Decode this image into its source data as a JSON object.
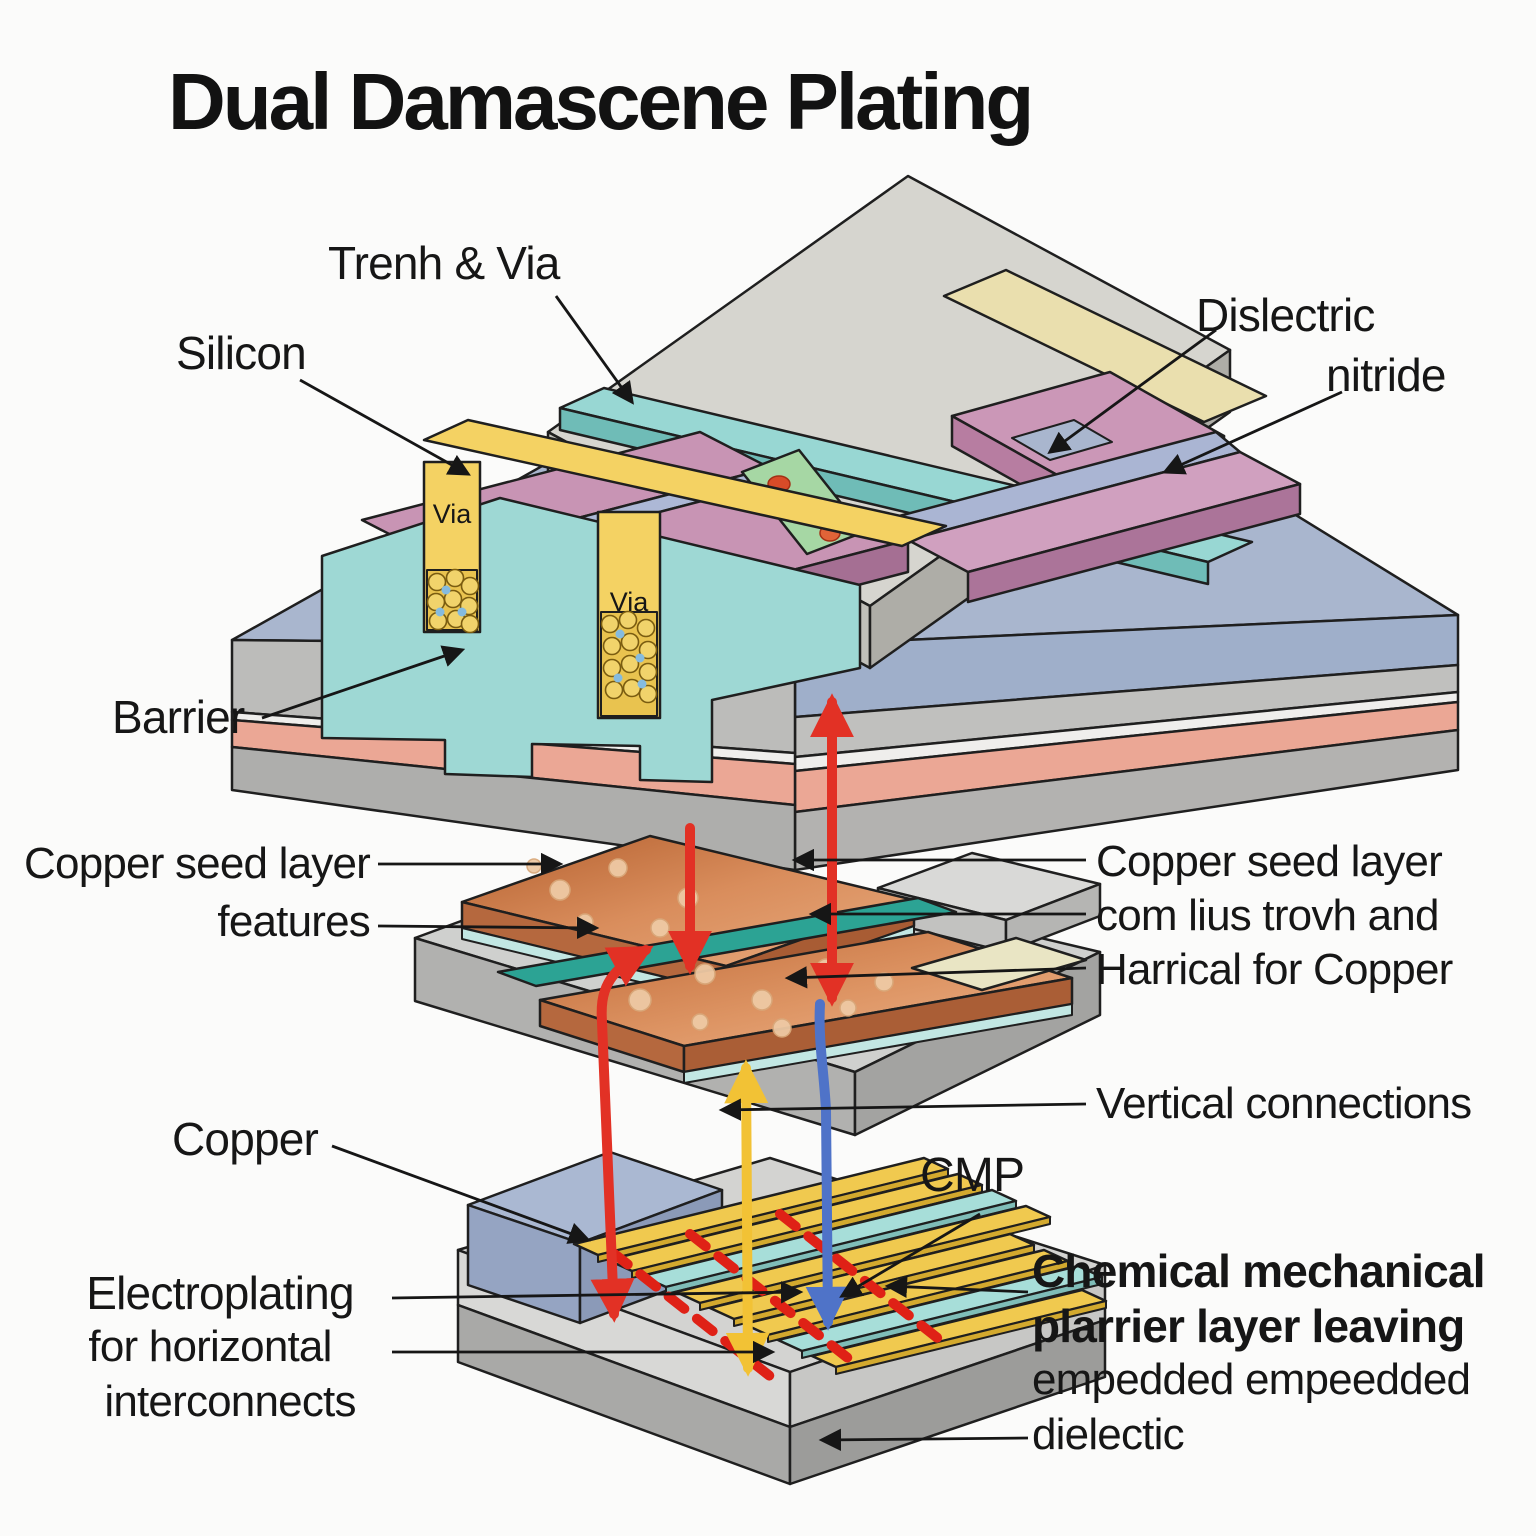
{
  "labels": {
    "title": "Dual Damascene Plating",
    "trench_via": "Trenh & Via",
    "silicon": "Silicon",
    "dielectric": "Dislectric",
    "nitride": "nitride",
    "barrier": "Barrier",
    "via1": "Via",
    "via2": "Via",
    "seed_left1": "Copper seed layer",
    "seed_left2": "features",
    "seed_r1": "Copper seed layer",
    "seed_r2": "com lius trovh and",
    "seed_r3": "Harrical for Copper",
    "vertical": "Vertical connections",
    "copper": "Copper",
    "cmp": "CMP",
    "electro1": "Electroplating",
    "electro2": "for horizontal",
    "electro3": "interconnects",
    "chem1": "Chemical mechanical",
    "chem2": "plarrier layer leaving",
    "chem3": "empedded empeedded",
    "chem4": "dielectic"
  },
  "diagram": {
    "type": "isometric semiconductor process diagram",
    "stages": [
      {
        "name": "patterned wafer stack",
        "parts": [
          "silicon",
          "trench and via",
          "dielectric",
          "nitride",
          "barrier",
          "via plugs",
          "etched low-k recess"
        ]
      },
      {
        "name": "copper seed layer deposition",
        "parts": [
          "copper seed panels",
          "teal liner strip",
          "beige barrier strip",
          "grey base"
        ]
      },
      {
        "name": "electroplated and CMP-polished interconnects",
        "parts": [
          "copper/yellow interconnect rails",
          "teal rails",
          "red plating traces",
          "blue-grey block",
          "grey dielectric base"
        ]
      }
    ],
    "colors": {
      "background": "#fbfbfa",
      "text": "#161616",
      "top_face_blue": "#a9b6ce",
      "side_grey": "#bcbcba",
      "side_salmon": "#eba795",
      "teal_recess": "#9ed8d4",
      "via_yellow": "#f4d263",
      "pink_plate": "#c894b4",
      "grey_slab": "#d6d5cf",
      "cream_rail": "#eadfae",
      "teal_rail": "#98d7d3",
      "green_strip": "#a6d7a4",
      "copper": "#c06a38",
      "copper_light": "#e8a876",
      "dark_teal_strip": "#2ca394",
      "beige_strip": "#e9e5c4",
      "rail_yellow": "#f0c94f",
      "rail_teal": "#a7ded9",
      "arrow_red": "#e23125",
      "arrow_yellow": "#f2c235",
      "arrow_blue": "#4f73c8"
    }
  }
}
